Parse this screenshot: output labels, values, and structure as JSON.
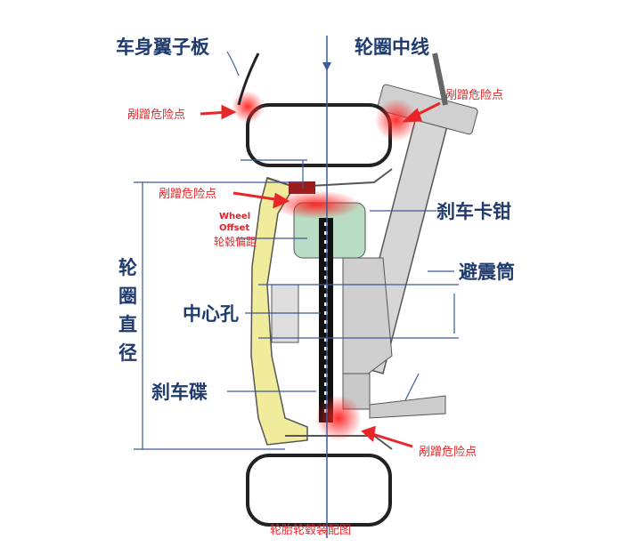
{
  "title": "轮胎轮毂装配图",
  "labels": {
    "fender": "车身翼子板",
    "wheel_centerline": "轮圈中线",
    "caliper": "刹车卡钳",
    "shock": "避震筒",
    "center_bore": "中心孔",
    "brake_disc": "刹车碟",
    "rim_diameter": [
      "轮",
      "圈",
      "直",
      "径"
    ],
    "offset_en_1": "Wheel",
    "offset_en_2": "Offset",
    "offset_cn": "轮毂偏距"
  },
  "danger_points": [
    "剐蹭危险点",
    "剐蹭危险点",
    "剐蹭危险点",
    "剐蹭危险点"
  ],
  "colors": {
    "label": "#1f3b6e",
    "danger": "#e8262a",
    "rim": "#f1ec9c",
    "caliper": "#b9dcc4",
    "strut": "#c8c8c8"
  }
}
